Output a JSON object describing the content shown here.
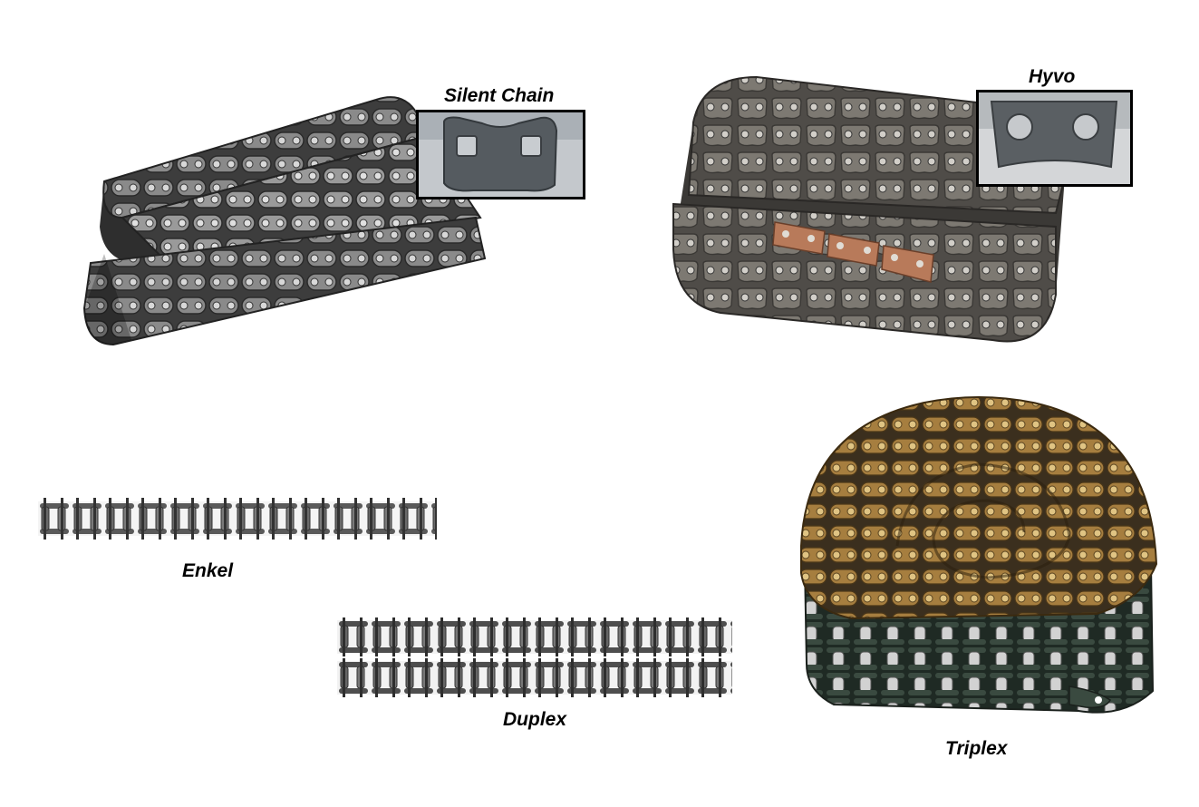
{
  "labels": {
    "silent": "Silent Chain",
    "hyvo": "Hyvo",
    "enkel": "Enkel",
    "duplex": "Duplex",
    "triplex": "Triplex"
  },
  "colors": {
    "steel_dark": "#4a4a4a",
    "steel_mid": "#7a7a7a",
    "steel_light": "#b9b9b9",
    "hyvo_steel": "#6e6a64",
    "copper_link": "#b87a5a",
    "brass": "#b8904a",
    "brass_light": "#d9b56a",
    "roller_light": "#c9c9c9"
  }
}
